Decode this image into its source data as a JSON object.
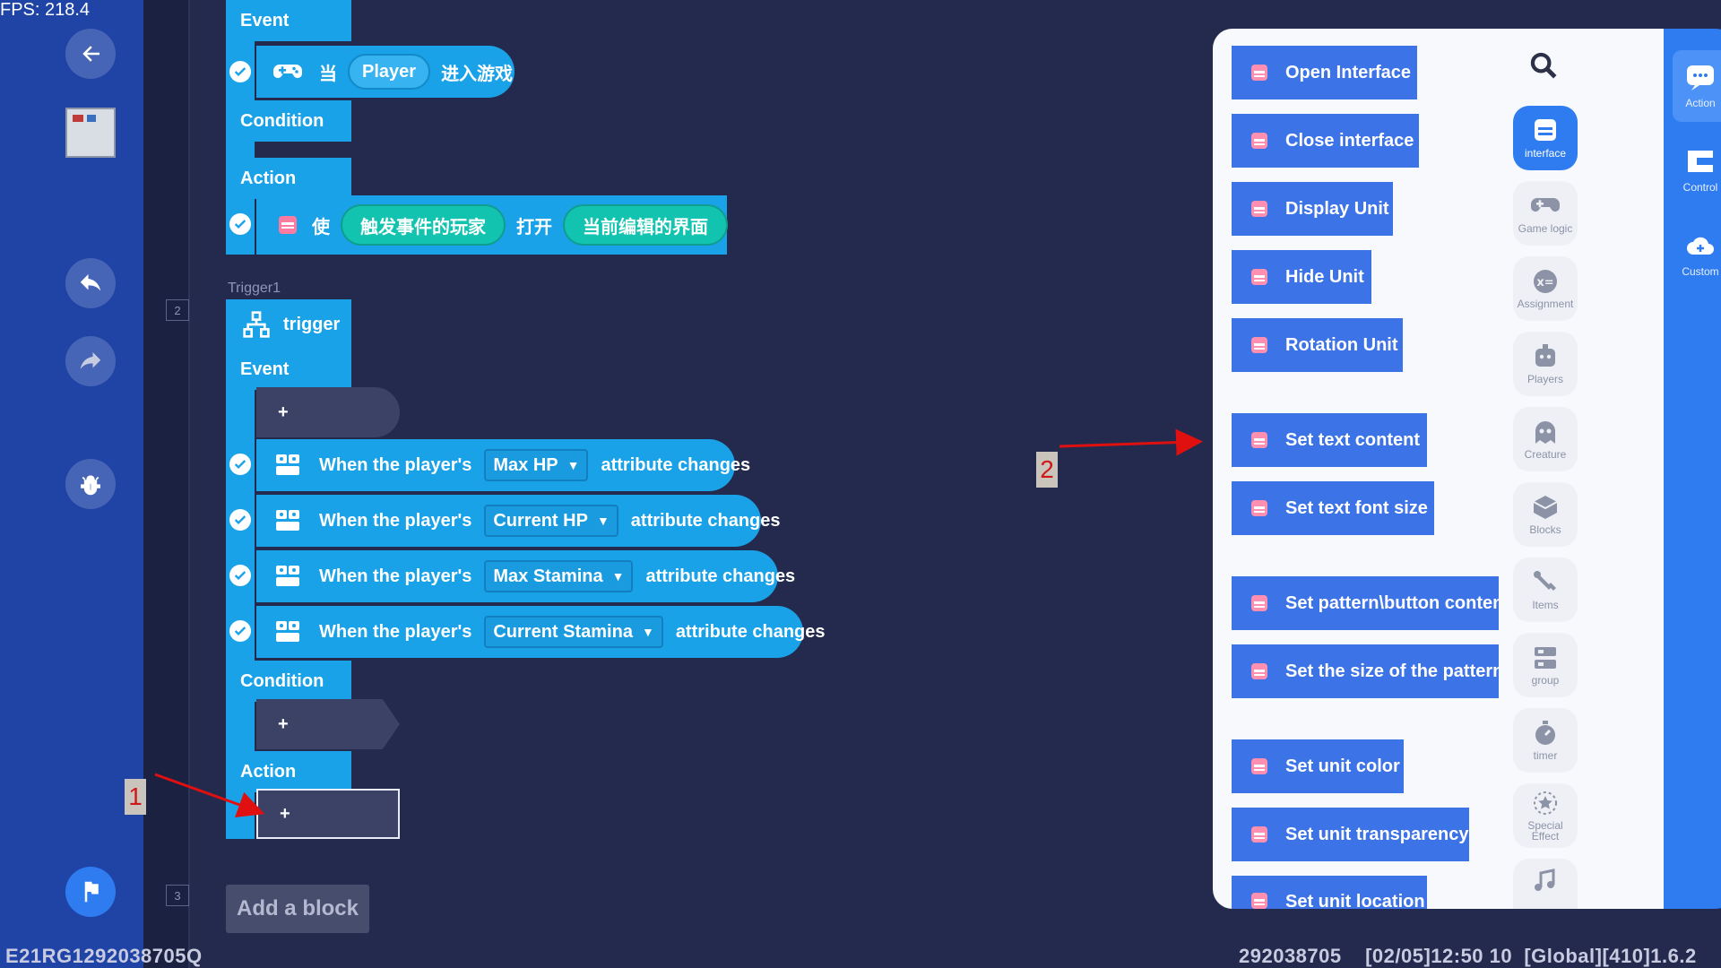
{
  "fps": "FPS: 218.4",
  "steps": [
    "2",
    "3"
  ],
  "trigger0": {
    "event_label": "Event",
    "event_block": {
      "prefix": "当",
      "param": "Player",
      "suffix": "进入游戏"
    },
    "condition_label": "Condition",
    "action_label": "Action",
    "action_block": {
      "prefix": "使",
      "param1": "触发事件的玩家",
      "mid": "打开",
      "param2": "当前编辑的界面"
    }
  },
  "trigger1": {
    "caption": "Trigger1",
    "header": "trigger",
    "event_label": "Event",
    "add_symbol": "+",
    "events": [
      {
        "prefix": "When the player's",
        "attribute": "Max HP",
        "suffix": "attribute changes"
      },
      {
        "prefix": "When the player's",
        "attribute": "Current HP",
        "suffix": "attribute changes"
      },
      {
        "prefix": "When the player's",
        "attribute": "Max Stamina",
        "suffix": "attribute changes"
      },
      {
        "prefix": "When the player's",
        "attribute": "Current Stamina",
        "suffix": "attribute changes"
      }
    ],
    "condition_label": "Condition",
    "action_label": "Action"
  },
  "add_block_label": "Add a block",
  "annotations": [
    "1",
    "2"
  ],
  "actions": [
    "Open Interface",
    "Close interface",
    "Display Unit",
    "Hide Unit",
    "Rotation Unit",
    "Set text content",
    "Set text font size",
    "Set pattern\\button content",
    "Set the size of the pattern\\button",
    "Set unit color",
    "Set unit transparency",
    "Set unit location"
  ],
  "categories": [
    {
      "label": "interface",
      "icon": "interface-icon"
    },
    {
      "label": "Game logic",
      "icon": "gamepad-icon"
    },
    {
      "label": "Assignment",
      "icon": "assignment-icon"
    },
    {
      "label": "Players",
      "icon": "players-icon"
    },
    {
      "label": "Creature",
      "icon": "creature-icon"
    },
    {
      "label": "Blocks",
      "icon": "blocks-icon"
    },
    {
      "label": "Items",
      "icon": "items-icon"
    },
    {
      "label": "group",
      "icon": "group-icon"
    },
    {
      "label": "timer",
      "icon": "timer-icon"
    },
    {
      "label": "Special Effect",
      "icon": "special-effect-icon"
    },
    {
      "label": "",
      "icon": "music-icon"
    }
  ],
  "main_categories": [
    {
      "label": "Action",
      "icon": "action-icon"
    },
    {
      "label": "Control",
      "icon": "control-icon"
    },
    {
      "label": "Custom",
      "icon": "custom-icon"
    }
  ],
  "footer": {
    "left": "E21RG1292038705Q",
    "right": "292038705    [02/05]12:50 10  [Global][410]1.6.2"
  },
  "colors": {
    "background": "#232a4d",
    "sidebar": "#1f44a6",
    "block": "#1aa2e8",
    "teal_param": "#12c4b0",
    "action_button": "#3c73e6",
    "accent": "#2f7cf0",
    "annotation": "#d01818"
  }
}
